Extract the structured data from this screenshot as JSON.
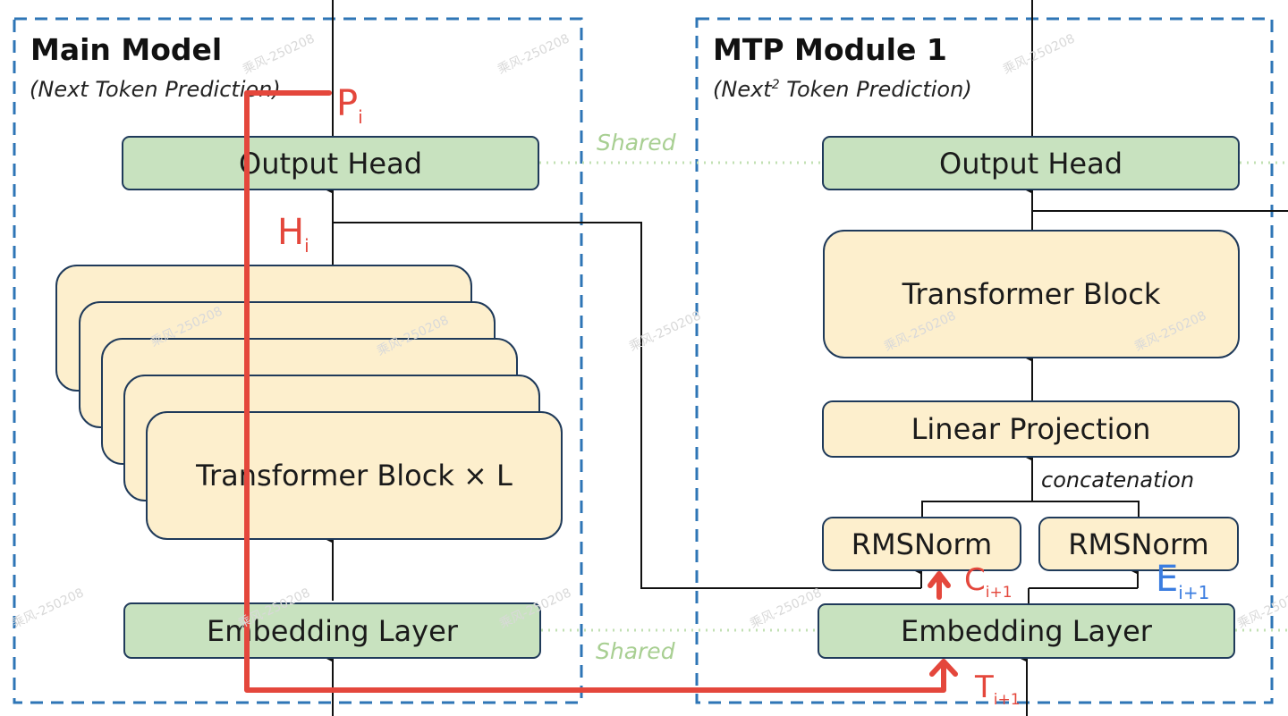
{
  "main_model": {
    "title": "Main Model",
    "subtitle": "(Next Token Prediction)",
    "output_head": "Output Head",
    "transformer_block": "Transformer Block × L",
    "embedding_layer": "Embedding Layer"
  },
  "mtp_module": {
    "title": "MTP Module 1",
    "subtitle_prefix": "(Next",
    "subtitle_sup": "2",
    "subtitle_suffix": " Token Prediction)",
    "output_head": "Output Head",
    "transformer_block": "Transformer Block",
    "linear_projection": "Linear Projection",
    "concatenation": "concatenation",
    "rmsnorm_left": "RMSNorm",
    "rmsnorm_right": "RMSNorm",
    "embedding_layer": "Embedding Layer"
  },
  "shared_labels": {
    "top": "Shared",
    "bottom": "Shared"
  },
  "annotations": {
    "p": {
      "letter": "P",
      "sub": "i"
    },
    "h": {
      "letter": "H",
      "sub": "i"
    },
    "c": {
      "letter": "C",
      "sub": "i+1"
    },
    "e": {
      "letter": "E",
      "sub": "i+1"
    },
    "t": {
      "letter": "T",
      "sub": "i+1"
    }
  },
  "colors": {
    "dashed_border": "#2e75b6",
    "green_fill": "#c8e2bf",
    "cream_fill": "#fdefcd",
    "box_stroke": "#1f3a5a",
    "shared_text": "#a8cf92",
    "annotation_red": "#e4473c",
    "annotation_blue": "#3b7de0"
  },
  "watermark": "乘风-250208"
}
